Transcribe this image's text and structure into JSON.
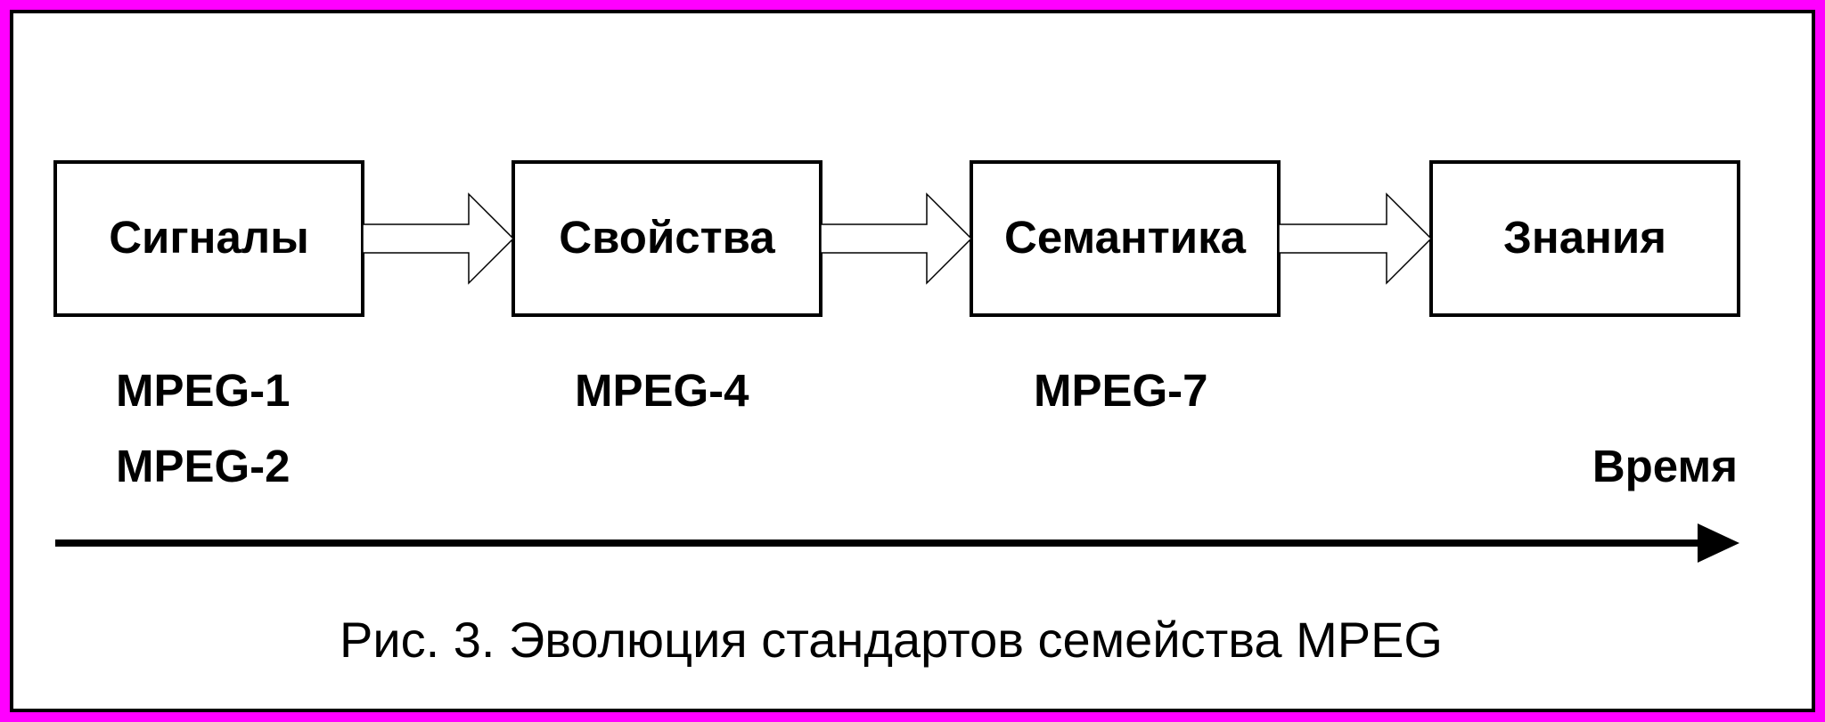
{
  "colors": {
    "outer_border": "#ff00ff",
    "ink": "#000000",
    "background": "#ffffff"
  },
  "stages": [
    {
      "label": "Сигналы"
    },
    {
      "label": "Свойства"
    },
    {
      "label": "Семантика"
    },
    {
      "label": "Знания"
    }
  ],
  "standards": [
    {
      "labels": [
        "MPEG-1",
        "MPEG-2"
      ]
    },
    {
      "labels": [
        "MPEG-4"
      ]
    },
    {
      "labels": [
        "MPEG-7"
      ]
    }
  ],
  "time_axis": {
    "label": "Время"
  },
  "caption": "Рис. 3. Эволюция стандартов семейства MPEG"
}
